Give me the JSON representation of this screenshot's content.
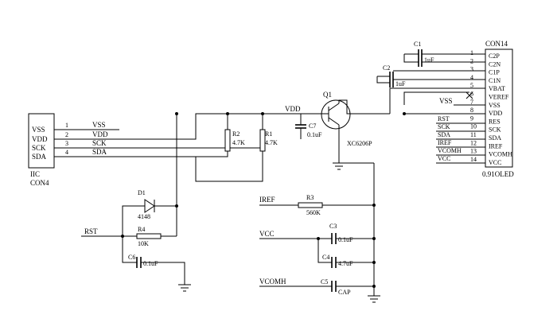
{
  "con4": {
    "pins": [
      "VSS",
      "VDD",
      "SCK",
      "SDA"
    ],
    "pin_numbers": [
      "1",
      "2",
      "3",
      "4"
    ],
    "net_labels": [
      "VSS",
      "VDD",
      "SCK",
      "SDA"
    ],
    "iic_label": "IIC",
    "ref": "CON4"
  },
  "r1": {
    "ref": "R1",
    "value": "4.7K"
  },
  "r2": {
    "ref": "R2",
    "value": "4.7K"
  },
  "d1": {
    "ref": "D1",
    "value": "4148"
  },
  "r4": {
    "ref": "R4",
    "value": "10K"
  },
  "c6": {
    "ref": "C6",
    "value": "0.1uF"
  },
  "rst_net": "RST",
  "vdd_net": "VDD",
  "c7": {
    "ref": "C7",
    "value": "0.1uF"
  },
  "q1": {
    "ref": "Q1",
    "value": "XC6206P"
  },
  "iref_net": "IREF",
  "r3": {
    "ref": "R3",
    "value": "560K"
  },
  "vcc_net": "VCC",
  "c3": {
    "ref": "C3",
    "value": "0.1uF"
  },
  "c4": {
    "ref": "C4",
    "value": "4.7uF"
  },
  "vcomh_net": "VCOMH",
  "c5": {
    "ref": "C5",
    "value": "CAP"
  },
  "c1": {
    "ref": "C1",
    "value": "1uF"
  },
  "c2": {
    "ref": "C2",
    "value": "1uF"
  },
  "con14": {
    "ref": "CON14",
    "part": "0.91OLED",
    "pins": [
      "C2P",
      "C2N",
      "C1P",
      "C1N",
      "VBAT",
      "VEREF",
      "VSS",
      "VDD",
      "RES",
      "SCK",
      "SDA",
      "IREF",
      "VCOMH",
      "VCC"
    ],
    "pin_numbers": [
      "1",
      "2",
      "3",
      "4",
      "5",
      "6",
      "7",
      "8",
      "9",
      "10",
      "11",
      "12",
      "13",
      "14"
    ]
  },
  "right_nets": [
    "VSS",
    "RST",
    "SCK",
    "SDA",
    "IREF",
    "VCOMH",
    "VCC"
  ]
}
